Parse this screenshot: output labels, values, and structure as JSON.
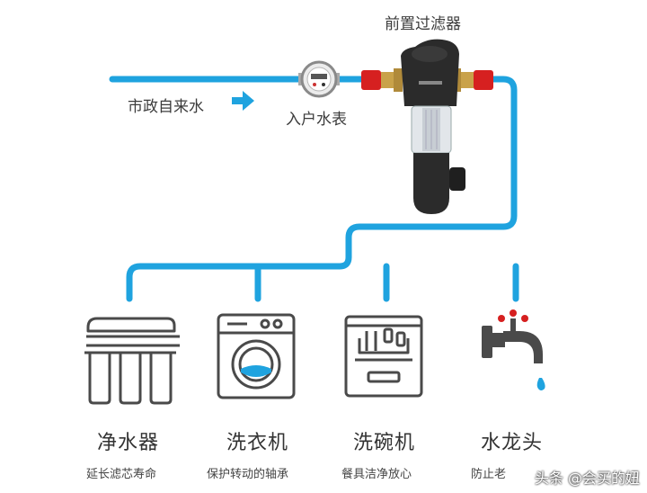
{
  "labels": {
    "municipal_water": "市政自来水",
    "water_meter": "入户水表",
    "prefilter": "前置过滤器"
  },
  "appliances": [
    {
      "name": "净水器",
      "benefit": "延长滤芯寿命",
      "icon": "water-purifier-icon"
    },
    {
      "name": "洗衣机",
      "benefit": "保护转动的轴承",
      "icon": "washing-machine-icon"
    },
    {
      "name": "洗碗机",
      "benefit": "餐具洁净放心",
      "icon": "dishwasher-icon"
    },
    {
      "name": "水龙头",
      "benefit": "防止老",
      "icon": "faucet-icon"
    }
  ],
  "watermark": "头条 @会买的妞",
  "colors": {
    "pipe": "#1fa3df",
    "icon": "#4a4a4a",
    "valve": "#d62020",
    "brass": "#c9a24a",
    "filter_body": "#2b2b2b"
  }
}
